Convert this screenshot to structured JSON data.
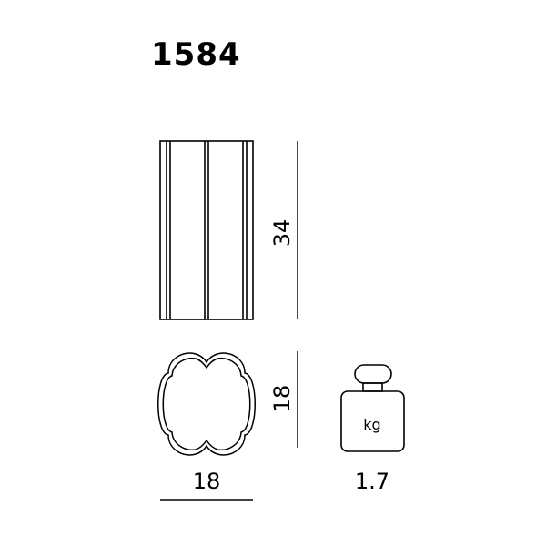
{
  "product": {
    "model_number": "1584"
  },
  "dimensions": {
    "height": "34",
    "depth": "18",
    "width": "18"
  },
  "weight": {
    "value": "1.7",
    "unit": "kg"
  },
  "icons": {
    "side_view": "fluted-column-side-view-icon",
    "top_view": "quatrefoil-top-view-icon",
    "weight": "weight-bottle-icon"
  }
}
